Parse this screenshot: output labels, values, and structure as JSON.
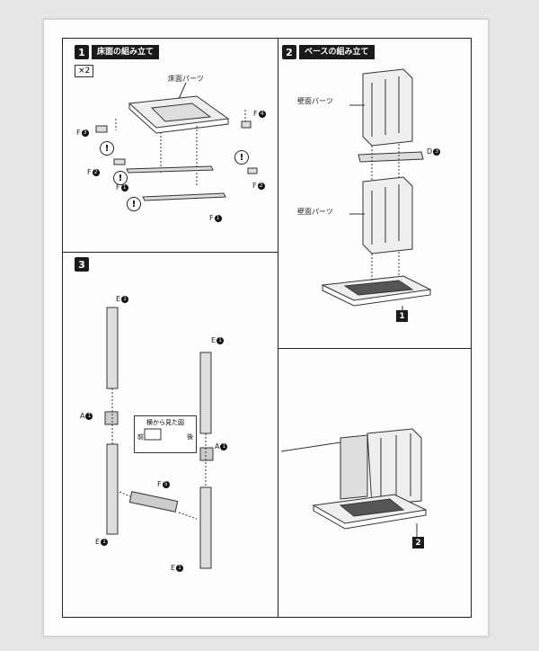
{
  "steps": [
    {
      "number": "1",
      "title": "床面の組み立て"
    },
    {
      "number": "2",
      "title": "ベースの組み立て"
    },
    {
      "number": "3",
      "title": ""
    }
  ],
  "step1": {
    "multiplier": "×2",
    "floor_label": "床面パーツ",
    "parts": [
      "F",
      "F",
      "F",
      "F",
      "F",
      "F"
    ],
    "part_nums": [
      "3",
      "4",
      "2",
      "2",
      "1",
      "1"
    ],
    "warning": "!"
  },
  "step2": {
    "wall_label_top": "壁面パーツ",
    "wall_label_bottom": "壁面パーツ",
    "connector": "D",
    "connector_num": "3",
    "ref": "1"
  },
  "step3": {
    "e_label": "E",
    "e_num": "1",
    "a_label": "A",
    "a_num": "1",
    "f_label": "F",
    "f_num": "5",
    "side_view": "横から見た図",
    "front": "前",
    "back": "後"
  },
  "step4": {
    "ref": "2"
  }
}
